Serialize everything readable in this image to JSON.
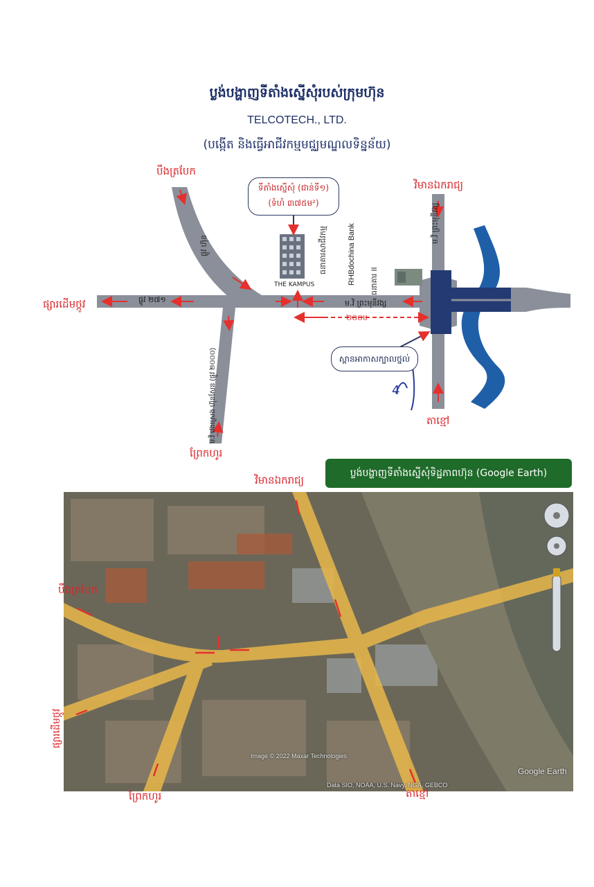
{
  "header": {
    "title": "ប្លង់បង្ហាញទីតាំងស្នើសុំរបស់ក្រុមហ៊ុន",
    "company": "TELCOTECH., LTD.",
    "subtitle": "(បង្កើត និងធ្វើអាជីវកម្មមជ្ឈមណ្ឌលទិន្នន័យ)"
  },
  "diagram": {
    "labels": {
      "boeng_trabek": "បឹងត្របែក",
      "vimean_ekareach": "វិមានឯករាជ្យ",
      "phsar_daem_thkov": "ផ្សារដើមថ្កូវ",
      "ta_khmau": "តាខ្មៅ",
      "prek_hor": "ព្រែកហូរ"
    },
    "site_bubble": {
      "line1": "ទីតាំងស្នើសុំ (ជាន់ទី១)",
      "line2": "(ទំហំ ៣៧៥ម²)"
    },
    "bridge_bubble": "ស្ពានអាកាសក្បាលថ្នល់",
    "road_labels": {
      "road_271": "ផ្លូវ ២៧១",
      "road_vertical": "ម.វិ ព្រះមុនីវង្ស",
      "monivong_blvd": "ម.វិ ព្រះមុនីវង្ស",
      "diagonal_road": "ផ្លូវ ហ៊ុន",
      "lower_left_road": "ម.វិ វេងស្រេង ហ៊ុនសែន (ផ្លូវ ២០០០)"
    },
    "distance_label": "២០០ម",
    "buildings": {
      "the_kampus": "THE KAMPUS",
      "bank_khmer": "ធនាគារសាជីវកម្ម",
      "rhb": "RHBdochina Bank",
      "bank_ii": "ធនាគារ II"
    },
    "handwriting": "4"
  },
  "google_earth": {
    "banner": "ប្លង់បង្ហាញទីតាំងស្នើសុំទិដ្ឋភាពហ៊ុន (Google Earth)",
    "logo": "Google Earth",
    "copyright": "Image © 2022 Maxar Technologies",
    "footer_text": "Data SIO, NOAA, U.S. Navy, NGA, GEBCO"
  },
  "colors": {
    "road": "#8a8f99",
    "river": "#1f5fa8",
    "bridge": "#233a73",
    "arrow": "#e5302e",
    "label_red": "#d9262b",
    "banner_green": "#1f6b2a",
    "highlight_road": "#e8b74a"
  }
}
